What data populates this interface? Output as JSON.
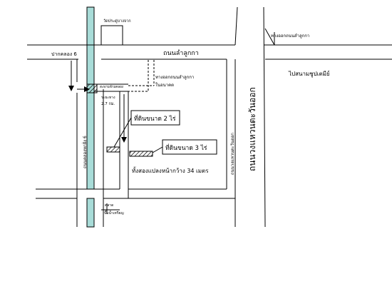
{
  "labels": {
    "temple": "วัดประดู่บางจาก",
    "exit_top_right": "ทางออกถนนลำลูกกา",
    "road_lamlukka": "ถนนลำลูกกา",
    "canal_mouth": "ปากคลอง 6",
    "to_airport": "ไปสนามชูปเตมีย์",
    "future_exit_line1": "ทางออกถนนลำลูกกา",
    "future_exit_line2": "ในอนาคต",
    "bridge": "สะพานข้ามคลอง",
    "distance_line1": "ระยะทาง",
    "distance_line2": "2.7 กม.",
    "canal_road": "ถนนคลองหกฝั่ง 6",
    "plot1": "ที่ดินขนาด 2 ไร่",
    "plot2": "ที่ดินขนาด 3 ไร่",
    "frontage": "ทั้งสองแปลงหน้ากว้าง 34 เมตร",
    "hwy_east": "ถนนวงแหวนตะวันออก",
    "hwy_east_local": "ถนนวงแหวนตะวันออก",
    "market_line1": "ตลาด",
    "market_line2": "ปั๊มน้ำเหรียญ"
  },
  "colors": {
    "canal": "#a8dcd8",
    "ink": "#000000",
    "hatch": "#000000"
  }
}
